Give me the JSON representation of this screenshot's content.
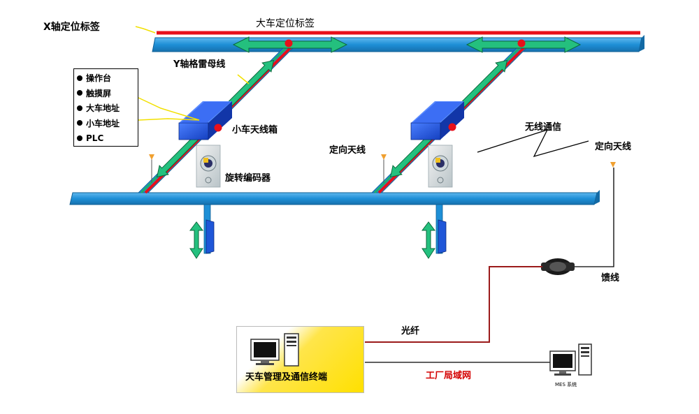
{
  "labels": {
    "x_axis_tag": "X轴定位标签",
    "bridge_tag": "大车定位标签",
    "y_busbar": "Y轴格雷母线",
    "trolley_antenna_box": "小车天线箱",
    "rotary_encoder": "旋转编码器",
    "directional_antenna_left": "定向天线",
    "wireless_comm": "无线通信",
    "directional_antenna_right": "定向天线",
    "feeder": "馈线",
    "fiber": "光纤",
    "factory_lan": "工厂局域网",
    "terminal": "天车管理及通信终端",
    "mes_system": "MES 系统"
  },
  "legend": {
    "items": [
      "操作台",
      "触摸屏",
      "大车地址",
      "小车地址",
      "PLC"
    ]
  },
  "colors": {
    "rail_blue": "#1e8fd6",
    "tag_red": "#e8101a",
    "arrow_green": "#1fae6a",
    "box_blue": "#1f56d8",
    "terminal_yellow": "#ffe000",
    "fiber_red": "#9b1b1b",
    "yellow_leader": "#f2e000"
  }
}
